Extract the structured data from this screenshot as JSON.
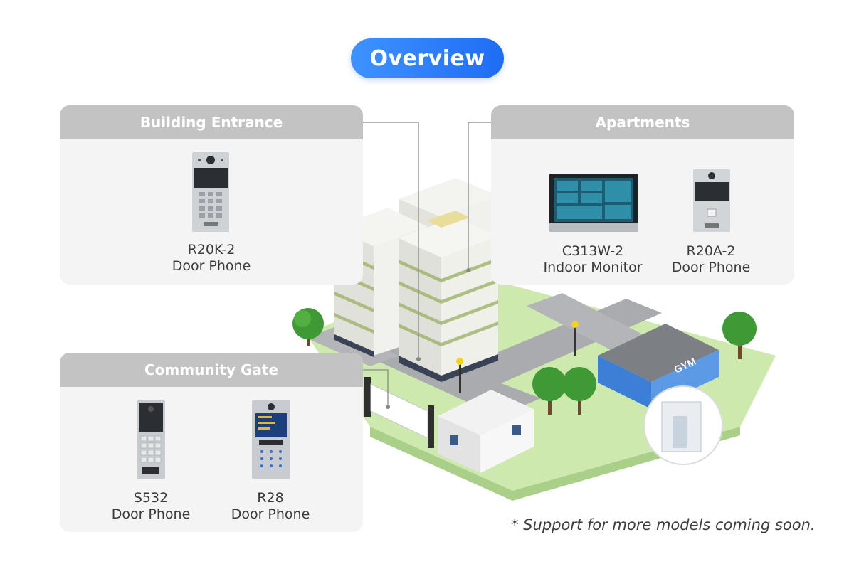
{
  "header": {
    "title": "Overview"
  },
  "panels": {
    "building_entrance": {
      "title": "Building Entrance",
      "products": [
        {
          "model": "R20K-2",
          "type": "Door Phone"
        }
      ]
    },
    "apartments": {
      "title": "Apartments",
      "products": [
        {
          "model": "C313W-2",
          "type": "Indoor Monitor"
        },
        {
          "model": "R20A-2",
          "type": "Door Phone"
        }
      ]
    },
    "community_gate": {
      "title": "Community Gate",
      "products": [
        {
          "model": "S532",
          "type": "Door Phone"
        },
        {
          "model": "R28",
          "type": "Door Phone"
        }
      ]
    }
  },
  "scene": {
    "gym_sign": "GYM"
  },
  "footnote": "* Support for more models coming soon.",
  "colors": {
    "accent": "#2c7ef8",
    "panel_header": "#c3c3c3",
    "panel_body": "#f4f4f4",
    "lawn": "#c6e6a8",
    "road": "#a7a9ad"
  }
}
